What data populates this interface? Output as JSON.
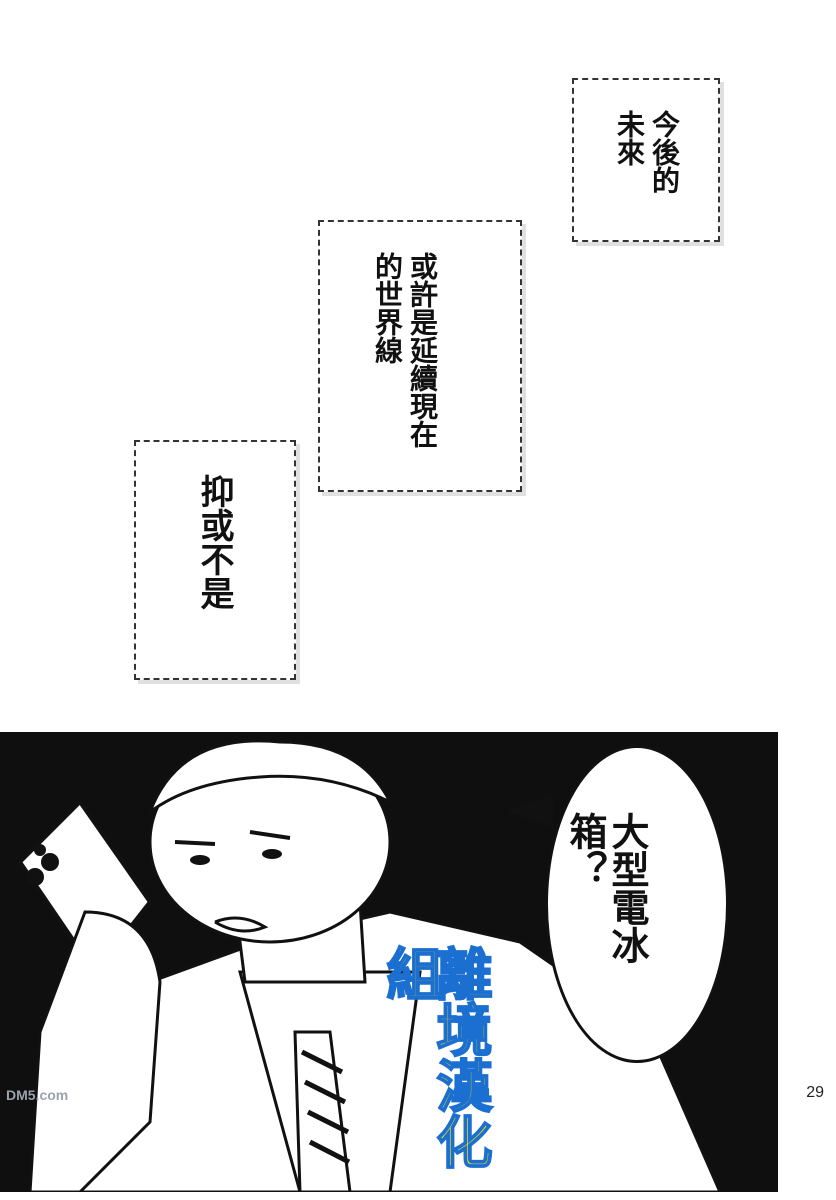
{
  "captions": [
    {
      "text": "今後的未來"
    },
    {
      "text": "或許是延續現在的世界線"
    },
    {
      "text": "抑或不是"
    }
  ],
  "speech_bubble": {
    "text": "大型電冰箱？"
  },
  "watermark": {
    "text": "離境漢化組"
  },
  "page_number": "29",
  "site_mark": "DM5.com"
}
